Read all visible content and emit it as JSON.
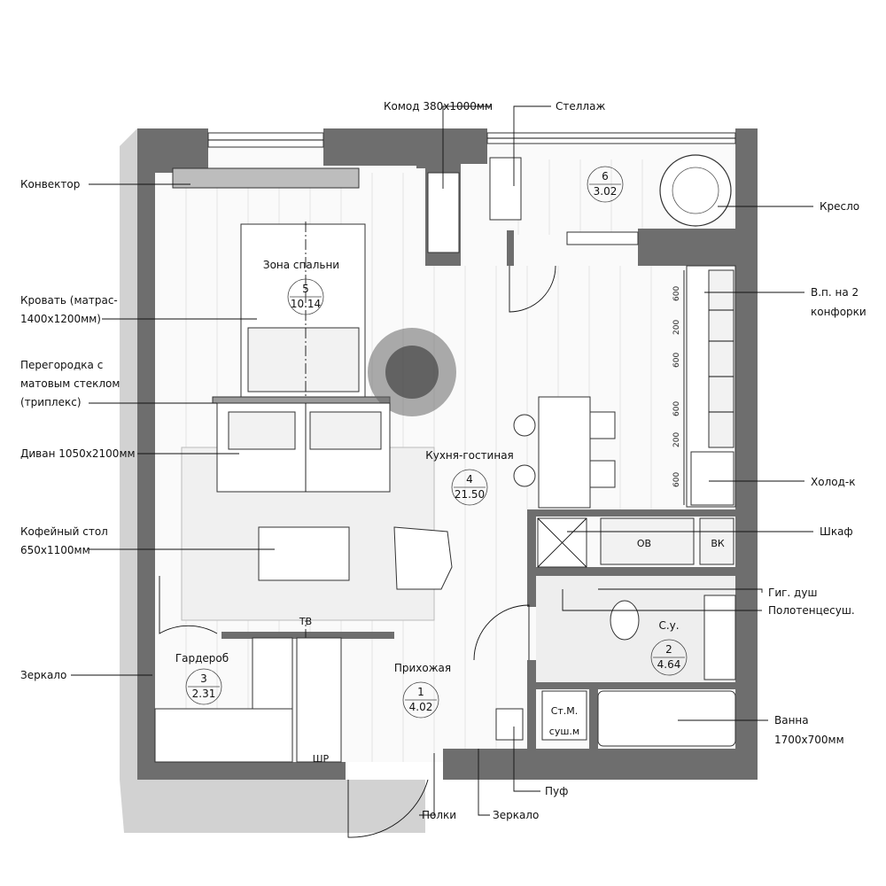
{
  "plan": {
    "rooms": [
      {
        "number": "1",
        "name": "Прихожая",
        "area": "4.02"
      },
      {
        "number": "2",
        "name": "С.у.",
        "area": "4.64"
      },
      {
        "number": "3",
        "name": "Гардероб",
        "area": "2.31"
      },
      {
        "number": "4",
        "name": "Кухня-гостиная",
        "area": "21.50"
      },
      {
        "number": "5",
        "name": "Зона спальни",
        "area": "10.14"
      },
      {
        "number": "6",
        "name": "",
        "area": "3.02"
      }
    ],
    "callouts_left": [
      {
        "line1": "Конвектор",
        "line2": "",
        "line3": ""
      },
      {
        "line1": "Кровать (матрас-",
        "line2": "1400х1200мм)",
        "line3": ""
      },
      {
        "line1": "Перегородка с",
        "line2": "матовым стеклом",
        "line3": "(триплекс)"
      },
      {
        "line1": "Диван 1050х2100мм",
        "line2": "",
        "line3": ""
      },
      {
        "line1": "Кофейный стол",
        "line2": "650х1100мм",
        "line3": ""
      },
      {
        "line1": "Зеркало",
        "line2": "",
        "line3": ""
      }
    ],
    "callouts_top": [
      {
        "text": "Комод 380х1000мм"
      },
      {
        "text": "Стеллаж"
      }
    ],
    "callouts_right": [
      {
        "line1": "Кресло",
        "line2": ""
      },
      {
        "line1": "В.п. на 2",
        "line2": "конфорки"
      },
      {
        "line1": "Холод-к",
        "line2": ""
      },
      {
        "line1": "Шкаф",
        "line2": ""
      },
      {
        "line1": "Гиг. душ",
        "line2": ""
      },
      {
        "line1": "Полотенцесуш.",
        "line2": ""
      },
      {
        "line1": "Ванна",
        "line2": "1700х700мм"
      }
    ],
    "callouts_bottom": [
      {
        "text": "Пуф"
      },
      {
        "text": "Полки"
      },
      {
        "text": "Зеркало"
      }
    ],
    "tags": {
      "tv": "ТВ",
      "boiler": "ОВ",
      "water": "ВК",
      "wardrobe_cabinet": "ШР",
      "washer_line1": "Ст.М.",
      "washer_line2": "суш.м"
    },
    "kitchen_dims": [
      "600",
      "200",
      "600",
      "600",
      "200",
      "600"
    ]
  }
}
